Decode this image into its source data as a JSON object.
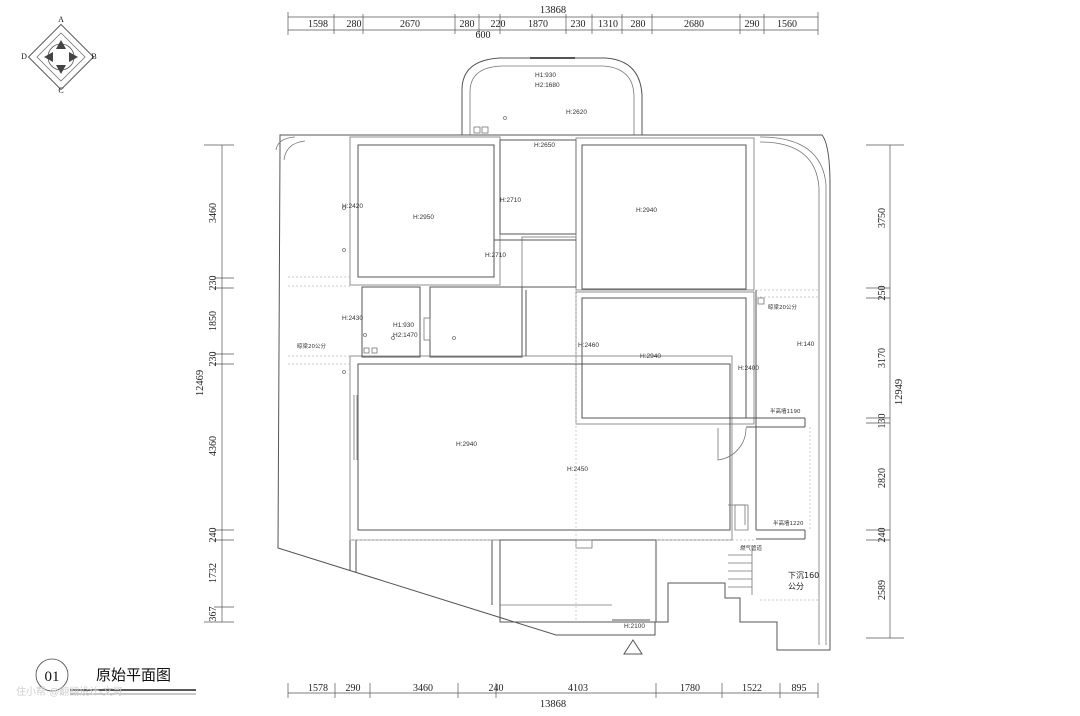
{
  "drawing": {
    "title_number": "01",
    "title": "原始平面图",
    "watermark": "住小帮 @翻翻设计-文哥"
  },
  "compass": {
    "top": "A",
    "right": "B",
    "bottom": "C",
    "left": "D"
  },
  "dimensions": {
    "top_total": "13868",
    "top_segments": [
      "1598",
      "280",
      "2670",
      "280",
      "220",
      "1870",
      "230",
      "1310",
      "280",
      "2680",
      "290",
      "1560"
    ],
    "top_sub": "600",
    "bottom_total": "13868",
    "bottom_segments": [
      "1578",
      "290",
      "3460",
      "240",
      "4103",
      "1780",
      "1522",
      "895"
    ],
    "left_total": "12469",
    "left_segments": [
      "3460",
      "230",
      "1850",
      "230",
      "4360",
      "240",
      "1732",
      "367"
    ],
    "right_total": "12949",
    "right_segments": [
      "3750",
      "250",
      "3170",
      "130",
      "2820",
      "240",
      "2589"
    ]
  },
  "labels": {
    "balcony_h1": "H1:930",
    "balcony_h2": "H2:1680",
    "h2620": "H:2620",
    "h2650": "H:2650",
    "h2420": "H:2420",
    "h2950": "H:2950",
    "h2710a": "H:2710",
    "h2710b": "H:2710",
    "h2940a": "H:2940",
    "h2430": "H:2430",
    "win_h1": "H1:930",
    "win_h2": "H2:1470",
    "beam_left": "晾梁20公分",
    "beam_right": "晾梁20公分",
    "h2460": "H:2460",
    "h2940b": "H:2940",
    "h2400": "H:2400",
    "h140": "H:140",
    "half_wall_1": "半高墙1190",
    "h2940c": "H:2940",
    "h2450": "H:2450",
    "half_wall_2": "半高墙1220",
    "gas_pipe": "燃气管道",
    "drop_1": "下沉160",
    "drop_2": "公分",
    "h2100": "H:2100"
  }
}
